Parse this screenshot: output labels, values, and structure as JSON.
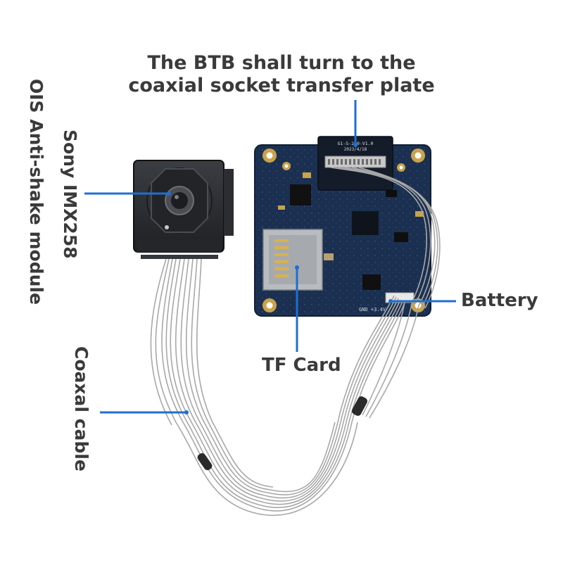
{
  "labels": {
    "btb_line1": "The BTB shall turn to the",
    "btb_line2": "coaxial socket transfer plate",
    "sony": "Sony IMX258",
    "ois": "OIS Anti-shake module",
    "coaxal": "Coaxal cable",
    "tf_card": "TF Card",
    "battery": "Battery"
  },
  "board_text": {
    "connector": "G1-S-2.0-V1.0",
    "date": "2023/4/18",
    "power": "GND +3.4V"
  },
  "colors": {
    "pointer": "#1f6fd0",
    "text": "#3a3a3a",
    "pcb": "#1b3050",
    "cable": "#a8a8a8"
  }
}
